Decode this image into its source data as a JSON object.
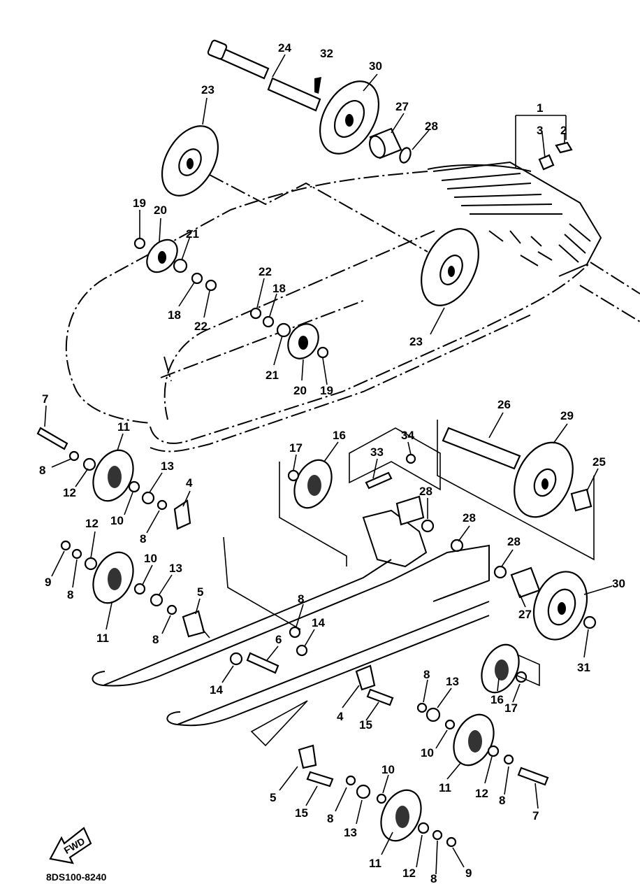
{
  "diagram": {
    "code": "8DS100-8240",
    "fwd_label": "FWD"
  },
  "callouts": [
    "24",
    "32",
    "30",
    "23",
    "27",
    "28",
    "1",
    "3",
    "2",
    "19",
    "20",
    "21",
    "18",
    "22",
    "22",
    "18",
    "21",
    "20",
    "19",
    "23",
    "7",
    "11",
    "8",
    "12",
    "13",
    "4",
    "10",
    "8",
    "12",
    "9",
    "8",
    "10",
    "13",
    "11",
    "8",
    "5",
    "17",
    "16",
    "33",
    "34",
    "28",
    "28",
    "28",
    "26",
    "29",
    "25",
    "30",
    "27",
    "31",
    "8",
    "14",
    "6",
    "14",
    "16",
    "17",
    "8",
    "13",
    "4",
    "15",
    "10",
    "11",
    "12",
    "8",
    "7",
    "5",
    "15",
    "10",
    "8",
    "13",
    "11",
    "12",
    "8",
    "9"
  ]
}
